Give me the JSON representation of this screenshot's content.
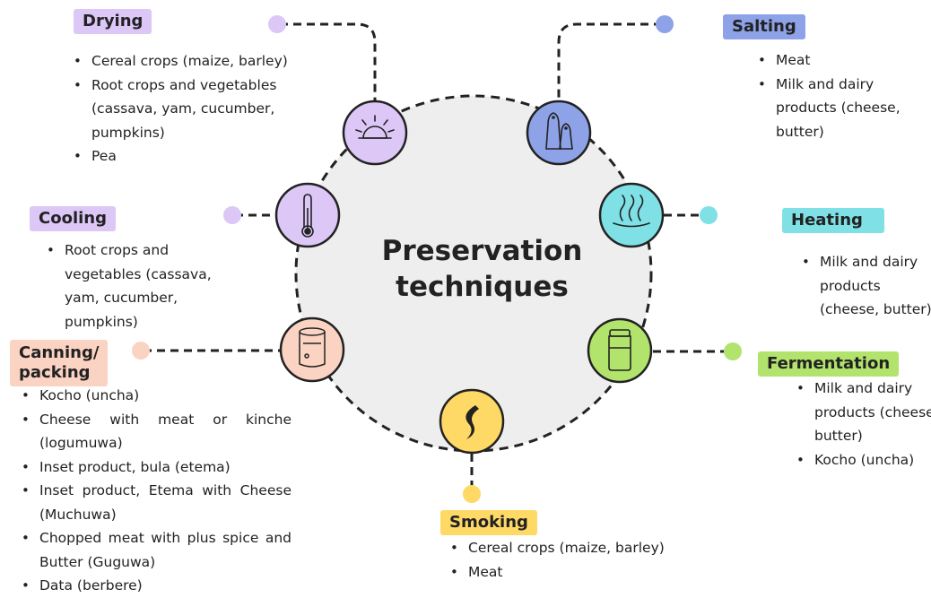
{
  "title_line1": "Preservation",
  "title_line2": "techniques",
  "techniques": [
    {
      "key": "drying",
      "label": "Drying",
      "color": "#dcc7f7",
      "node_color": "#dcc7f7",
      "dot_color": "#dcc7f7",
      "icon": "sun-icon",
      "items": [
        "Cereal crops (maize, barley)",
        "Root crops and vegetables (cassava, yam, cucumber, pumpkins)",
        "Pea"
      ]
    },
    {
      "key": "salting",
      "label": "Salting",
      "color": "#8ea2e8",
      "node_color": "#8ea2e8",
      "dot_color": "#8ea2e8",
      "icon": "salt-pepper-icon",
      "items": [
        "Meat",
        "Milk and dairy products (cheese, butter)"
      ]
    },
    {
      "key": "cooling",
      "label": "Cooling",
      "color": "#dcc7f7",
      "node_color": "#dcc7f7",
      "dot_color": "#dcc7f7",
      "icon": "thermometer-icon",
      "items": [
        "Root crops and vegetables (cassava, yam, cucumber, pumpkins)"
      ]
    },
    {
      "key": "heating",
      "label": "Heating",
      "color": "#7fe0e6",
      "node_color": "#7fe0e6",
      "dot_color": "#7fe0e6",
      "icon": "steam-icon",
      "items": [
        "Milk and dairy products (cheese, butter)"
      ]
    },
    {
      "key": "canning",
      "label_line1": "Canning/",
      "label_line2": "packing",
      "color": "#fbd3c3",
      "node_color": "#fbd3c3",
      "dot_color": "#fbd3c3",
      "icon": "can-icon",
      "items": [
        "Kocho (uncha)",
        "Cheese with meat or kinche (logumuwa)",
        "Inset product, bula (etema)",
        "Inset product, Etema with Cheese (Muchuwa)",
        "Chopped meat with plus spice and Butter (Guguwa)",
        "Data (berbere)"
      ]
    },
    {
      "key": "fermentation",
      "label": "Fermentation",
      "color": "#b1e36d",
      "node_color": "#b1e36d",
      "dot_color": "#b1e36d",
      "icon": "jar-icon",
      "items": [
        "Milk and dairy products (cheese, butter)",
        "Kocho (uncha)"
      ]
    },
    {
      "key": "smoking",
      "label": "Smoking",
      "color": "#ffd966",
      "node_color": "#ffd966",
      "dot_color": "#ffd966",
      "icon": "smoke-icon",
      "items": [
        "Cereal crops (maize, barley)",
        "Meat"
      ]
    }
  ]
}
